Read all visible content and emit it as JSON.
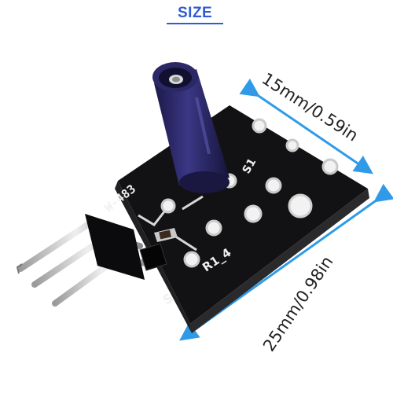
{
  "header": {
    "title": "SIZE"
  },
  "dimensions": {
    "width_label": "15mm/0.59in",
    "length_label": "25mm/0.98in"
  },
  "board": {
    "model_text": "W-483",
    "resistor_text": "R1_4",
    "pin_s_text": "S",
    "pin_side_text": "S1"
  },
  "colors": {
    "accent": "#2f9be8",
    "title": "#2f5bd3",
    "pcb": "#121214",
    "switch": "#2e2a6e"
  }
}
